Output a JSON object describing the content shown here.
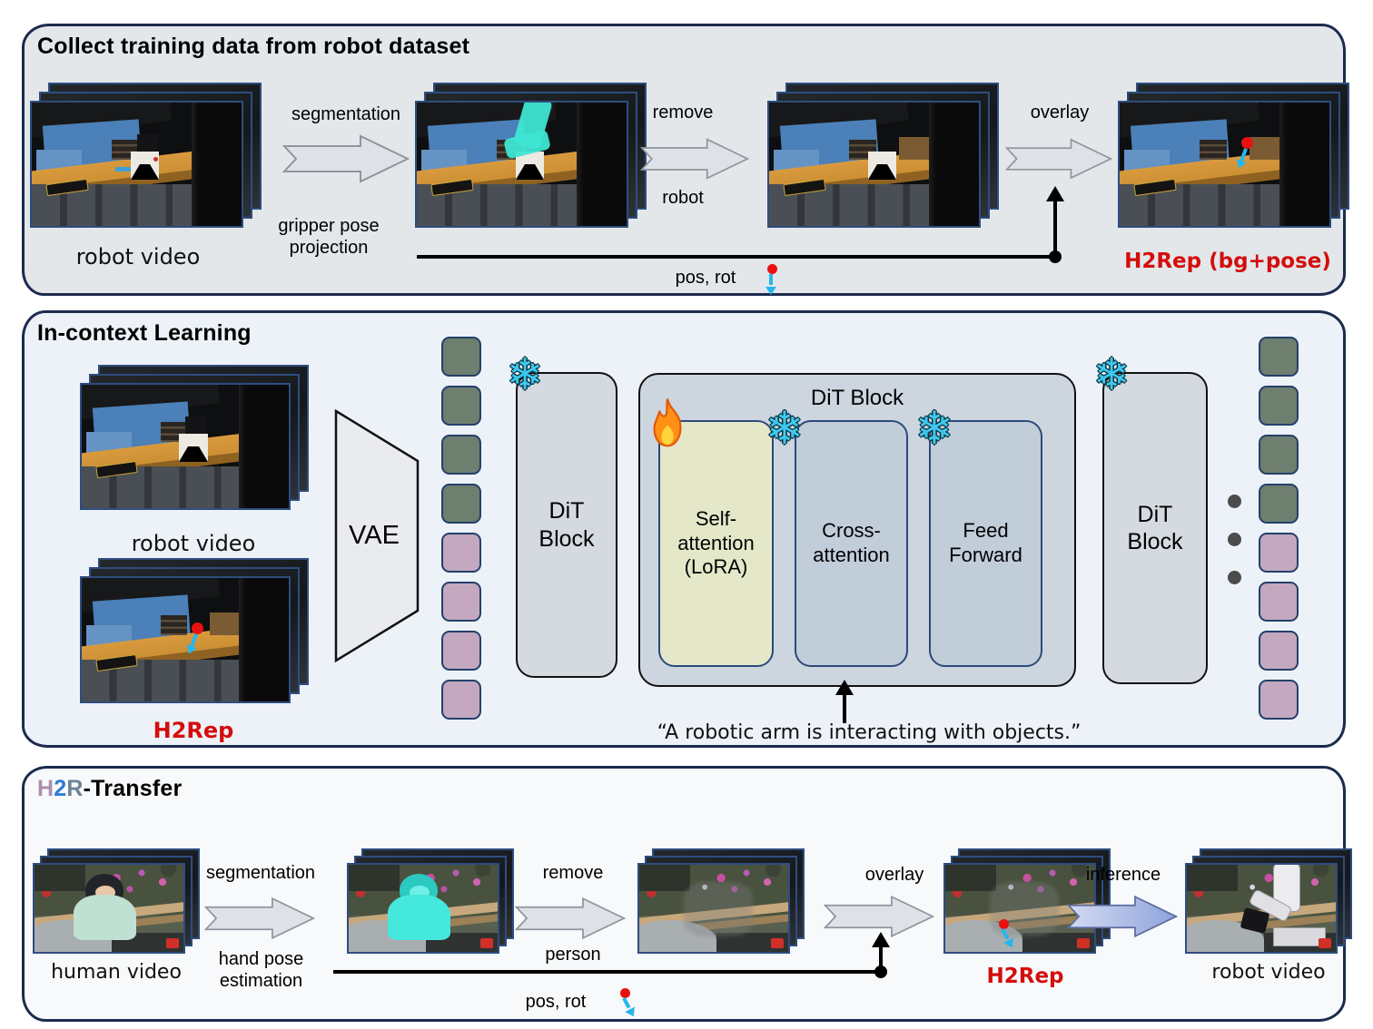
{
  "colors": {
    "h2rep_red": "#d40d0d",
    "token_green": "#6e7e6f",
    "token_pink": "#c3a8bf",
    "h2r_h": "#ab8fae",
    "h2r_2": "#2e7bd6",
    "h2r_r": "#6d8494"
  },
  "panel_collect": {
    "title": "Collect training data from robot dataset",
    "robot_video_label": "robot video",
    "segmentation_label": "segmentation",
    "gripper_pose_label": "gripper pose\nprojection",
    "remove_label": "remove",
    "robot_label": "robot",
    "overlay_label": "overlay",
    "pos_rot_label": "pos, rot",
    "h2rep_label": "H2Rep (bg+pose)"
  },
  "panel_incontext": {
    "title": "In-context Learning",
    "robot_video_label": "robot video",
    "h2rep_label": "H2Rep",
    "vae_label": "VAE",
    "dit_block_left": "DiT\nBlock",
    "dit_container_title": "DiT Block",
    "self_attention_label": "Self-\nattention\n(LoRA)",
    "cross_attention_label": "Cross-\nattention",
    "feed_forward_label": "Feed\nForward",
    "dit_block_right": "DiT\nBlock",
    "prompt_text": "“A robotic arm is interacting with objects.”",
    "tokens_left": [
      "green",
      "green",
      "green",
      "green",
      "pink",
      "pink",
      "pink",
      "pink"
    ],
    "tokens_right": [
      "green",
      "green",
      "green",
      "green",
      "pink",
      "pink",
      "pink",
      "pink"
    ]
  },
  "panel_transfer": {
    "title_h": "H",
    "title_2": "2",
    "title_r": "R",
    "title_rest": "-Transfer",
    "human_video_label": "human video",
    "segmentation_label": "segmentation",
    "hand_pose_label": "hand pose\nestimation",
    "remove_label": "remove",
    "person_label": "person",
    "overlay_label": "overlay",
    "pos_rot_label": "pos, rot",
    "h2rep_label": "H2Rep",
    "inference_label": "inference",
    "robot_video_label": "robot video"
  }
}
